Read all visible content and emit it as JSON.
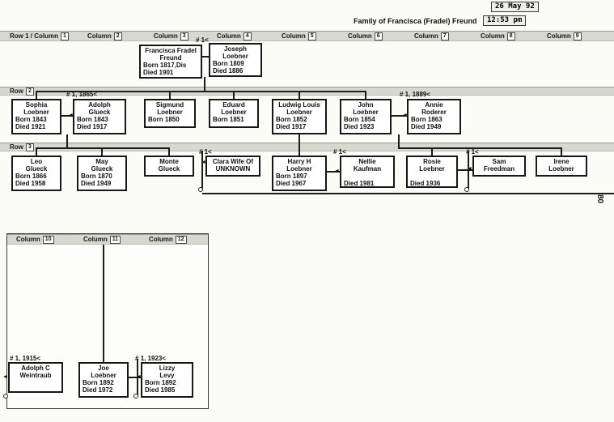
{
  "header": {
    "date_stamp": "26 May 92",
    "title": "Family of Francisca (Fradel) Freund",
    "time_stamp": "12:53 pm"
  },
  "grid": {
    "cols1": [
      {
        "label": "Row 1 / Column",
        "num": "1"
      },
      {
        "label": "Column",
        "num": "2"
      },
      {
        "label": "Column",
        "num": "3"
      },
      {
        "label": "Column",
        "num": "4"
      },
      {
        "label": "Column",
        "num": "5"
      },
      {
        "label": "Column",
        "num": "6"
      },
      {
        "label": "Column",
        "num": "7"
      },
      {
        "label": "Column",
        "num": "8"
      },
      {
        "label": "Column",
        "num": "9"
      }
    ],
    "rows": [
      {
        "label": "Row",
        "num": "2"
      },
      {
        "label": "Row",
        "num": "3"
      }
    ],
    "cols2": [
      {
        "label": "Column",
        "num": "10"
      },
      {
        "label": "Column",
        "num": "11"
      },
      {
        "label": "Column",
        "num": "12"
      }
    ],
    "page_number": "80"
  },
  "icons": {
    "spouse_arrow": "◄"
  },
  "people": {
    "francisca": {
      "l1": "Francisca Fradel",
      "l2": "Freund",
      "l3": "Born 1817,Dis",
      "l4": "Died 1901"
    },
    "joseph": {
      "tag": "# 1<",
      "l1": "Joseph",
      "l2": "Loebner",
      "l3": "Born 1809",
      "l4": "Died 1886"
    },
    "sophia": {
      "l1": "Sophia",
      "l2": "Loebner",
      "l3": "Born 1843",
      "l4": "Died 1921"
    },
    "adolph_glueck": {
      "tag": "# 1, 1865<",
      "l1": "Adolph",
      "l2": "Glueck",
      "l3": "Born 1843",
      "l4": "Died 1917"
    },
    "sigmund": {
      "l1": "Sigmund",
      "l2": "Loebner",
      "l3": "Born 1850"
    },
    "eduard": {
      "l1": "Eduard",
      "l2": "Loebner",
      "l3": "Born 1851"
    },
    "ludwig": {
      "l1": "Ludwig Louis",
      "l2": "Loebner",
      "l3": "Born 1852",
      "l4": "Died 1917"
    },
    "john": {
      "l1": "John",
      "l2": "Loebner",
      "l3": "Born 1854",
      "l4": "Died 1923"
    },
    "annie": {
      "tag": "# 1, 1889<",
      "l1": "Annie",
      "l2": "Roderer",
      "l3": "Born 1863",
      "l4": "Died 1949"
    },
    "leo": {
      "l1": "Leo",
      "l2": "Glueck",
      "l3": "Born 1866",
      "l4": "Died 1958"
    },
    "may": {
      "l1": "May",
      "l2": "Glueck",
      "l3": "Born 1870",
      "l4": "Died 1949"
    },
    "monte": {
      "l1": "Monte",
      "l2": "Glueck"
    },
    "clara": {
      "tag": "# 1<",
      "l1": "Clara Wife Of",
      "l2": "UNKNOWN"
    },
    "harry": {
      "l1": "Harry H",
      "l2": "Loebner",
      "l3": "Born 1897",
      "l4": "Died 1967"
    },
    "nellie": {
      "tag": "# 1<",
      "l1": "Nellie",
      "l2": "Kaufman",
      "l3": "",
      "l4": "Died 1981"
    },
    "rosie": {
      "l1": "Rosie",
      "l2": "Loebner",
      "l3": "",
      "l4": "Died 1936"
    },
    "sam": {
      "tag": "# 1<",
      "l1": "Sam",
      "l2": "Freedman"
    },
    "irene": {
      "l1": "Irene",
      "l2": "Loebner"
    },
    "adolph_weintraub": {
      "tag": "# 1, 1915<",
      "l1": "Adolph C",
      "l2": "Weintraub"
    },
    "joe": {
      "l1": "Joe",
      "l2": "Loebner",
      "l3": "Born 1892",
      "l4": "Died 1972"
    },
    "lizzy": {
      "tag": "# 1, 1923<",
      "l1": "Lizzy",
      "l2": "Levy",
      "l3": "Born 1892",
      "l4": "Died 1985"
    }
  }
}
